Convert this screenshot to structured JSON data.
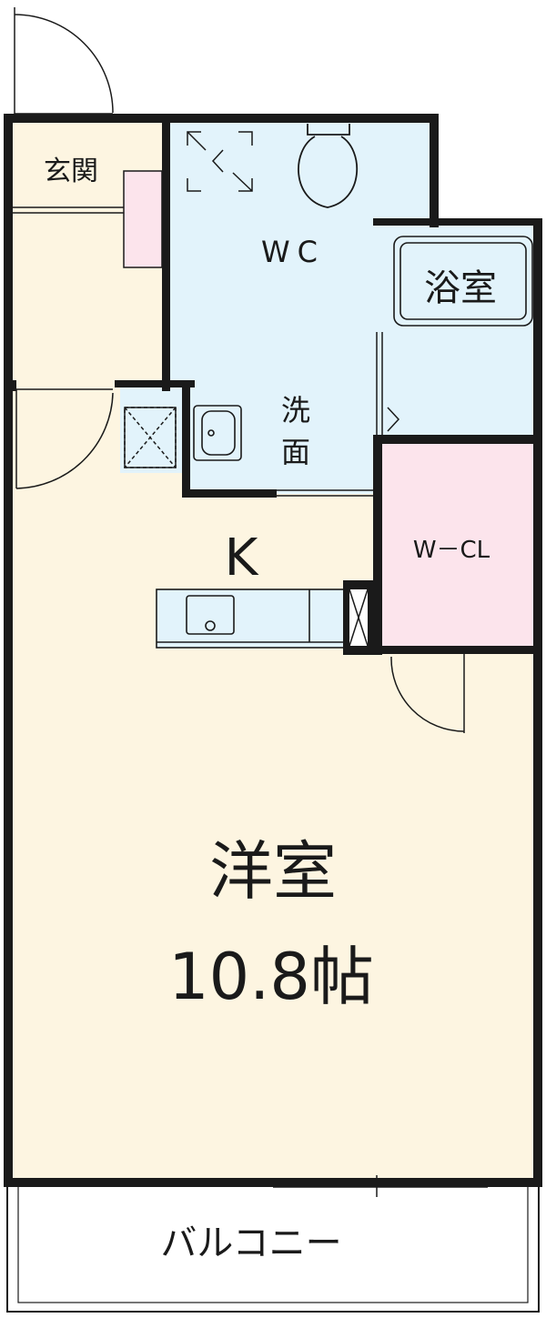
{
  "colors": {
    "wall": "#1a1a1a",
    "floor_cream": "#fdf5e1",
    "floor_blue": "#e2f3fb",
    "floor_pink": "#fce4ec",
    "balcony": "#ffffff"
  },
  "rooms": {
    "entrance": "玄関",
    "wc": "WC",
    "bath": "浴室",
    "washroom_line1": "洗",
    "washroom_line2": "面",
    "kitchen": "K",
    "closet": "W－CL",
    "western_room": "洋室",
    "western_room_size": "10.8帖",
    "balcony": "バルコニー"
  }
}
